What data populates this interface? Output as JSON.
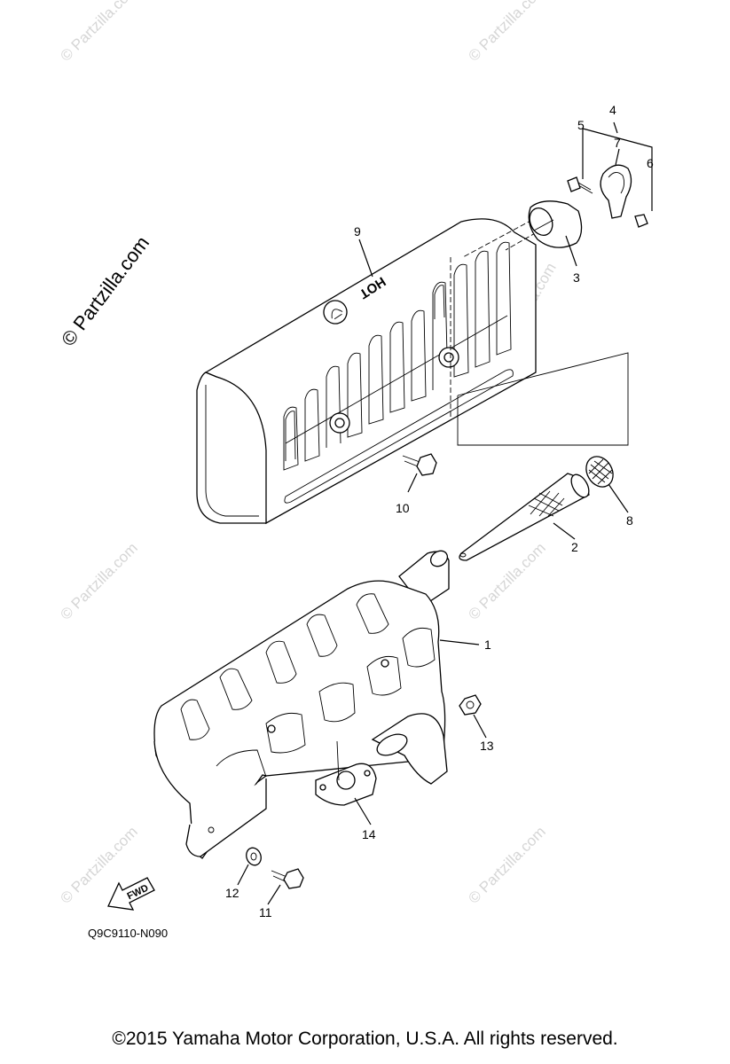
{
  "watermarks": {
    "main": "© Partzilla.com",
    "small": "© Partzilla.com"
  },
  "callouts": {
    "c1": "1",
    "c2": "2",
    "c3": "3",
    "c4": "4",
    "c5": "5",
    "c6": "6",
    "c7": "7",
    "c8": "8",
    "c9": "9",
    "c10": "10",
    "c11": "11",
    "c12": "12",
    "c13": "13",
    "c14": "14"
  },
  "cover_label": "HOT",
  "fwd_label": "FWD",
  "diagram_code": "Q9C9110-N090",
  "copyright": "©2015  Yamaha Motor Corporation, U.S.A. All rights reserved."
}
